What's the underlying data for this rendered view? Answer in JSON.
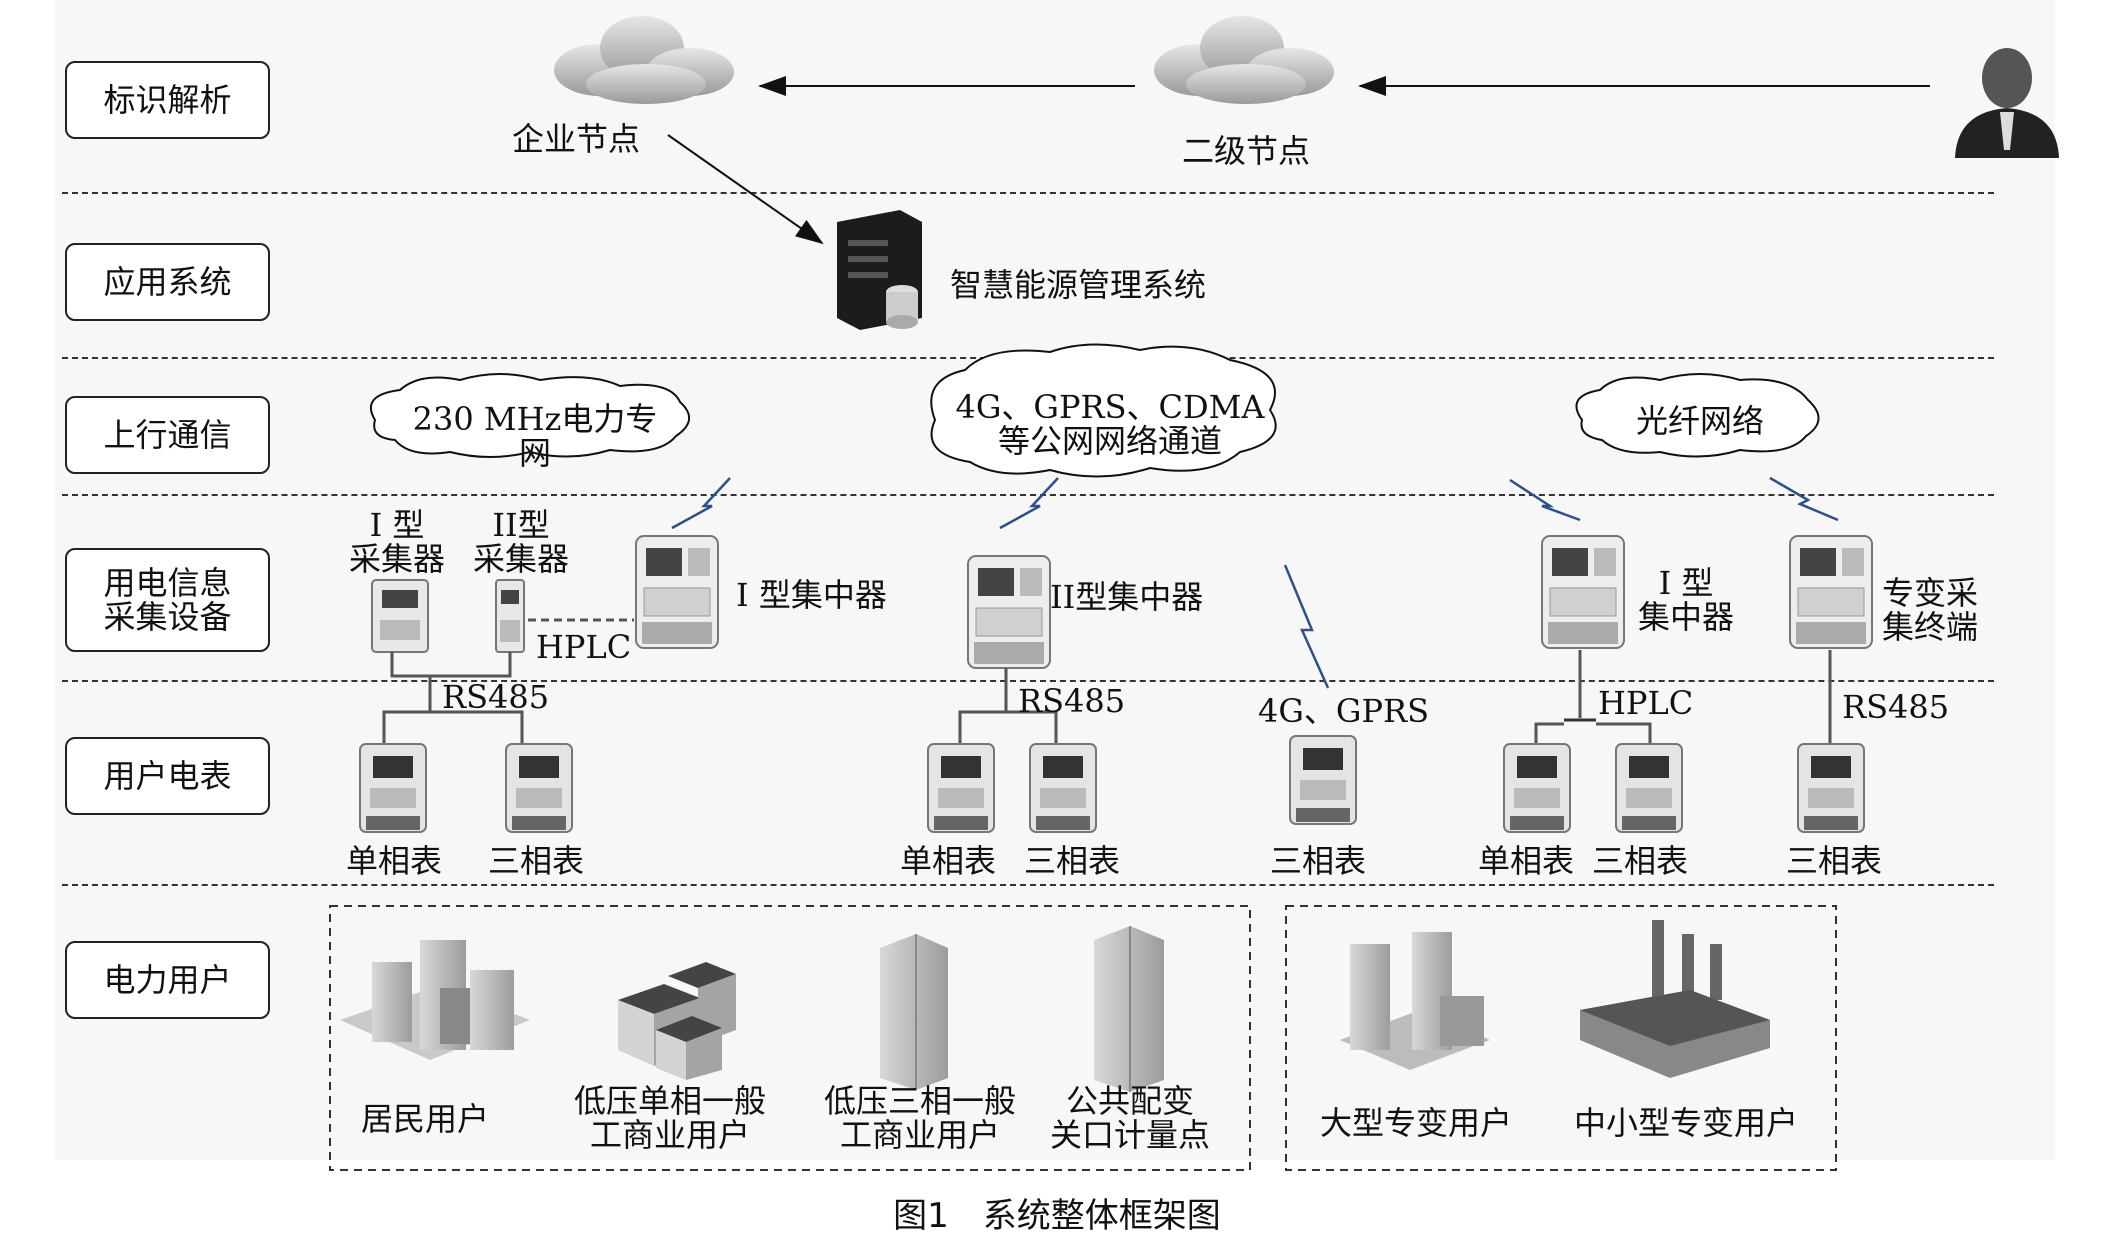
{
  "layers": {
    "identity": "标识解析",
    "app": "应用系统",
    "uplink": "上行通信",
    "devices": "用电信息\n采集设备",
    "meters": "用户电表",
    "users": "电力用户"
  },
  "nodes": {
    "enterprise": "企业节点",
    "secondary": "二级节点",
    "system": "智慧能源管理系统"
  },
  "networks": {
    "private_net": "230 MHz电力专网",
    "public_net": "4G、GPRS、CDMA\n等公网网络通道",
    "fiber": "光纤网络"
  },
  "devices": {
    "collector1": "I 型\n采集器",
    "collector2": "II型\n采集器",
    "concentrator1": "I 型集中器",
    "concentrator2": "II型集中器",
    "concentrator3": "I 型\n集中器",
    "special_terminal": "专变采\n集终端"
  },
  "links": {
    "hplc1": "HPLC",
    "rs485_1": "RS485",
    "rs485_2": "RS485",
    "gprs": "4G、GPRS",
    "hplc2": "HPLC",
    "rs485_3": "RS485"
  },
  "meters": {
    "m1": "单相表",
    "m2": "三相表",
    "m3": "单相表",
    "m4": "三相表",
    "m5": "三相表",
    "m6": "单相表",
    "m7": "三相表",
    "m8": "三相表"
  },
  "users": {
    "u1": "居民用户",
    "u2": "低压单相一般\n工商业用户",
    "u3": "低压三相一般\n工商业用户",
    "u4": "公共配变\n关口计量点",
    "u5": "大型专变用户",
    "u6": "中小型专变用户"
  },
  "caption": "图1　系统整体框架图"
}
